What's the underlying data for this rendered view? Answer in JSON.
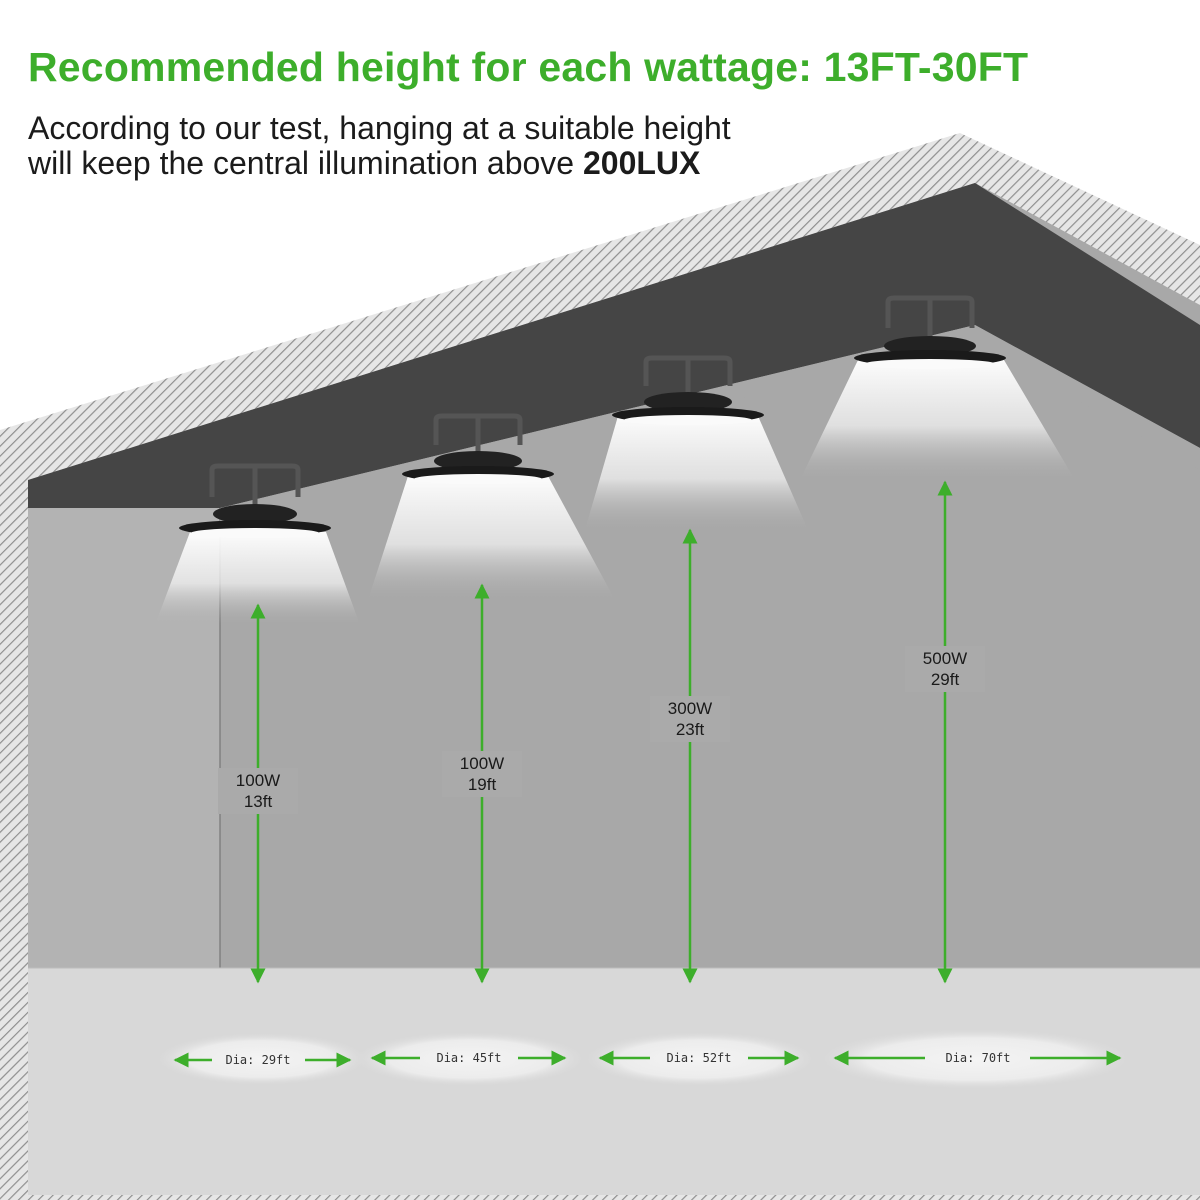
{
  "header": {
    "title": "Recommended height for each wattage: 13FT-30FT",
    "line1": "According to our test, hanging at a suitable height",
    "line2_prefix": "will keep the central illumination above ",
    "line2_bold": "200LUX"
  },
  "lamps": [
    {
      "wattage": "100W",
      "height": "13ft",
      "diameter": "Dia: 29ft"
    },
    {
      "wattage": "100W",
      "height": "19ft",
      "diameter": "Dia: 45ft"
    },
    {
      "wattage": "300W",
      "height": "23ft",
      "diameter": "Dia: 52ft"
    },
    {
      "wattage": "500W",
      "height": "29ft",
      "diameter": "Dia: 70ft"
    }
  ],
  "colors": {
    "accent_green": "#3dae2b",
    "ceiling": "#454545",
    "wall": "#a8a8a8",
    "floor": "#d8d8d8",
    "hatch": "#8f8f8f"
  }
}
